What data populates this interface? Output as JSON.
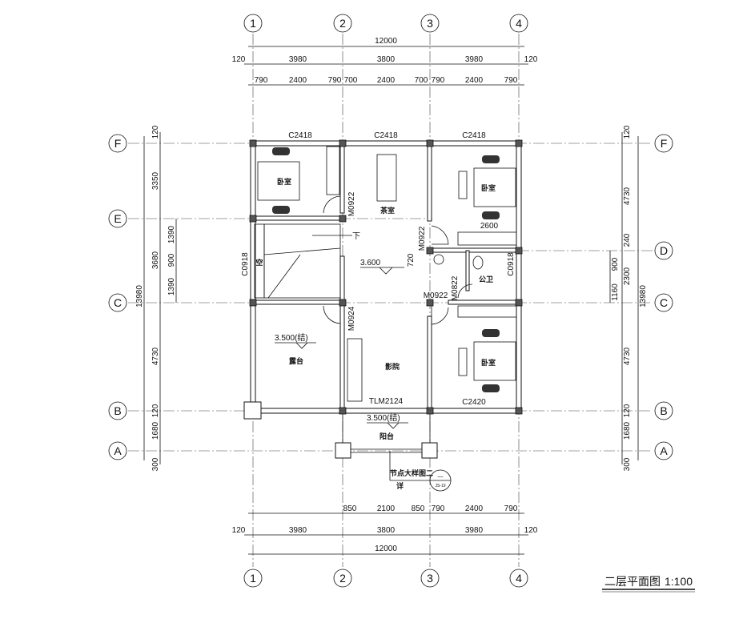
{
  "axes": {
    "columns": [
      "1",
      "2",
      "3",
      "4"
    ],
    "rows": [
      "F",
      "E",
      "D",
      "C",
      "B",
      "A"
    ]
  },
  "dims_top": {
    "overall": "12000",
    "axis": [
      "120",
      "3980",
      "3800",
      "3980",
      "120"
    ],
    "detail": [
      "790",
      "2400",
      "790",
      "700",
      "2400",
      "700",
      "790",
      "2400",
      "790"
    ]
  },
  "dims_bottom": {
    "detail": [
      "850",
      "2100",
      "850",
      "790",
      "2400",
      "790"
    ],
    "axis": [
      "120",
      "3980",
      "3800",
      "3980",
      "120"
    ],
    "overall": "12000"
  },
  "dims_left": {
    "overall": "13980",
    "axis": [
      "120",
      "3350",
      "3680",
      "4730",
      "120",
      "1680",
      "300"
    ],
    "detail": [
      "1390",
      "900",
      "1390"
    ]
  },
  "dims_right": {
    "overall": "13980",
    "axis": [
      "120",
      "4730",
      "240",
      "2300",
      "4730",
      "120",
      "1680",
      "300"
    ],
    "detail": [
      "900",
      "1160"
    ]
  },
  "rooms": {
    "bedroom_nw": "卧室",
    "tea_room": "茶室",
    "bedroom_ne": "卧室",
    "void": "空",
    "public_bath": "公卫",
    "terrace": "露台",
    "theater": "影院",
    "bedroom_se": "卧室",
    "balcony": "阳台"
  },
  "labels": {
    "win_f1": "C2418",
    "win_f2": "C2418",
    "win_f3": "C2418",
    "win_left": "C0918",
    "win_bath": "C0918",
    "win_se": "C2420",
    "door_tea": "M0922",
    "door_bed_ne": "M0922",
    "door_bed_se": "M0922",
    "door_bath": "M0822",
    "door_theater": "M0924",
    "door_balcony": "TLM2124",
    "wardrobe_len": "2600",
    "dim_720": "720",
    "elev_hall": "3.600",
    "elev_terrace": "3.500(结)",
    "elev_balcony": "3.500(结)",
    "stair_down": "下",
    "detail_note": "节点大样图二",
    "detail_xiang": "详",
    "detail_num": "—",
    "detail_ref": "JS-19"
  },
  "title": {
    "name": "二层平面图",
    "scale": "1:100"
  }
}
